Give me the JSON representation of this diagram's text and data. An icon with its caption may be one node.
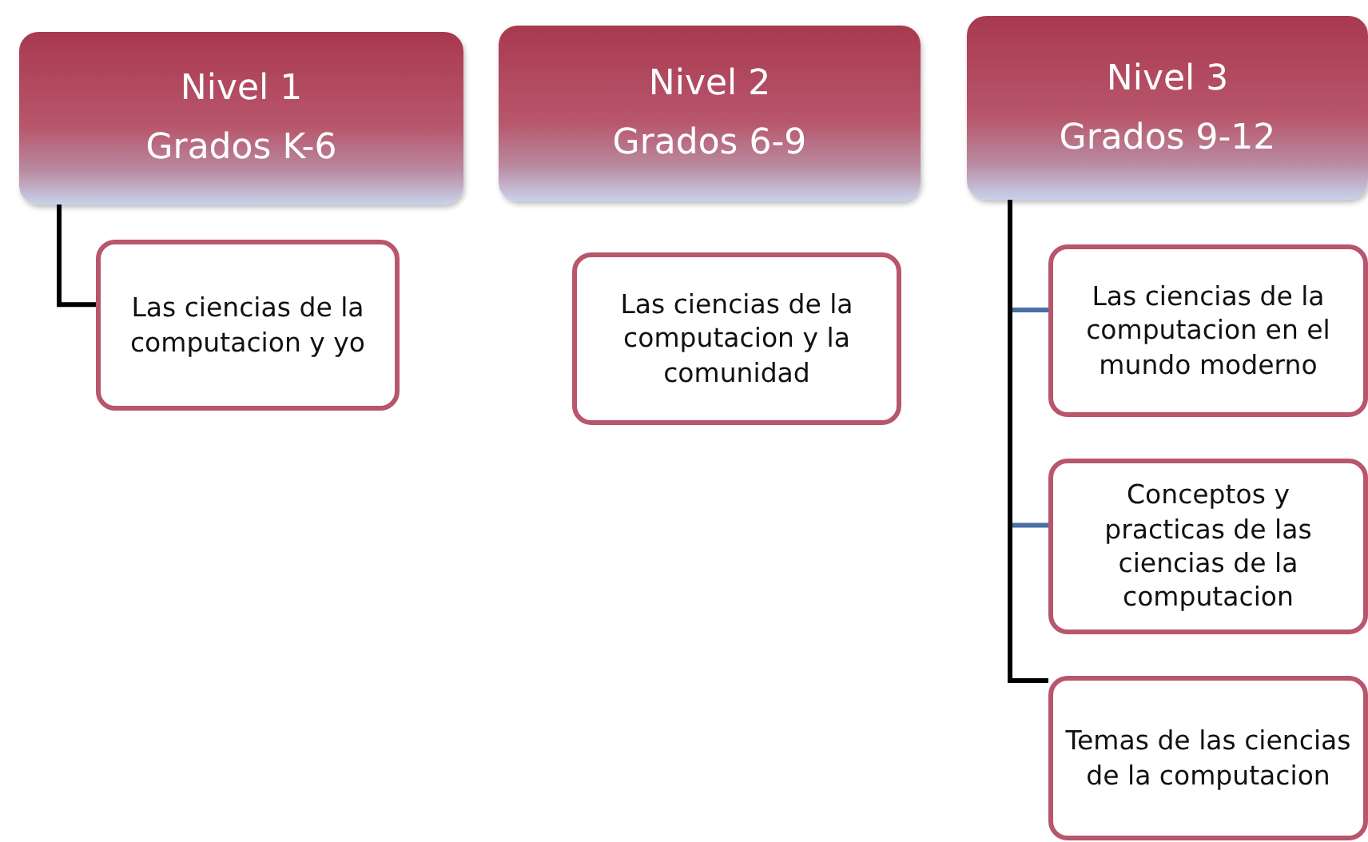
{
  "diagram": {
    "nodes": [
      {
        "text": [
          "Nivel 1",
          "Grados K-6"
        ]
      },
      {
        "text": [
          "Las ciencias de la computacion y yo"
        ]
      },
      {
        "text": [
          "Nivel 2",
          "Grados 6-9"
        ]
      },
      {
        "text": [
          "Las ciencias de la computacion y la comunidad"
        ]
      },
      {
        "text": [
          "Nivel 3",
          "Grados 9-12"
        ]
      },
      {
        "text": [
          "Las ciencias de la computacion en el mundo moderno"
        ]
      },
      {
        "text": [
          "Conceptos y practicas de las ciencias de la computacion"
        ]
      },
      {
        "text": [
          "Temas de las ciencias de la computacion"
        ]
      }
    ],
    "edges": [
      {
        "from": 0,
        "to": 1,
        "arrow": "none"
      },
      {
        "from": 4,
        "to": 5,
        "arrow": "none",
        "color": "#4a6fa5"
      },
      {
        "from": 4,
        "to": 6,
        "arrow": "none",
        "color": "#4a6fa5"
      },
      {
        "from": 4,
        "to": 7,
        "arrow": "none"
      }
    ]
  }
}
